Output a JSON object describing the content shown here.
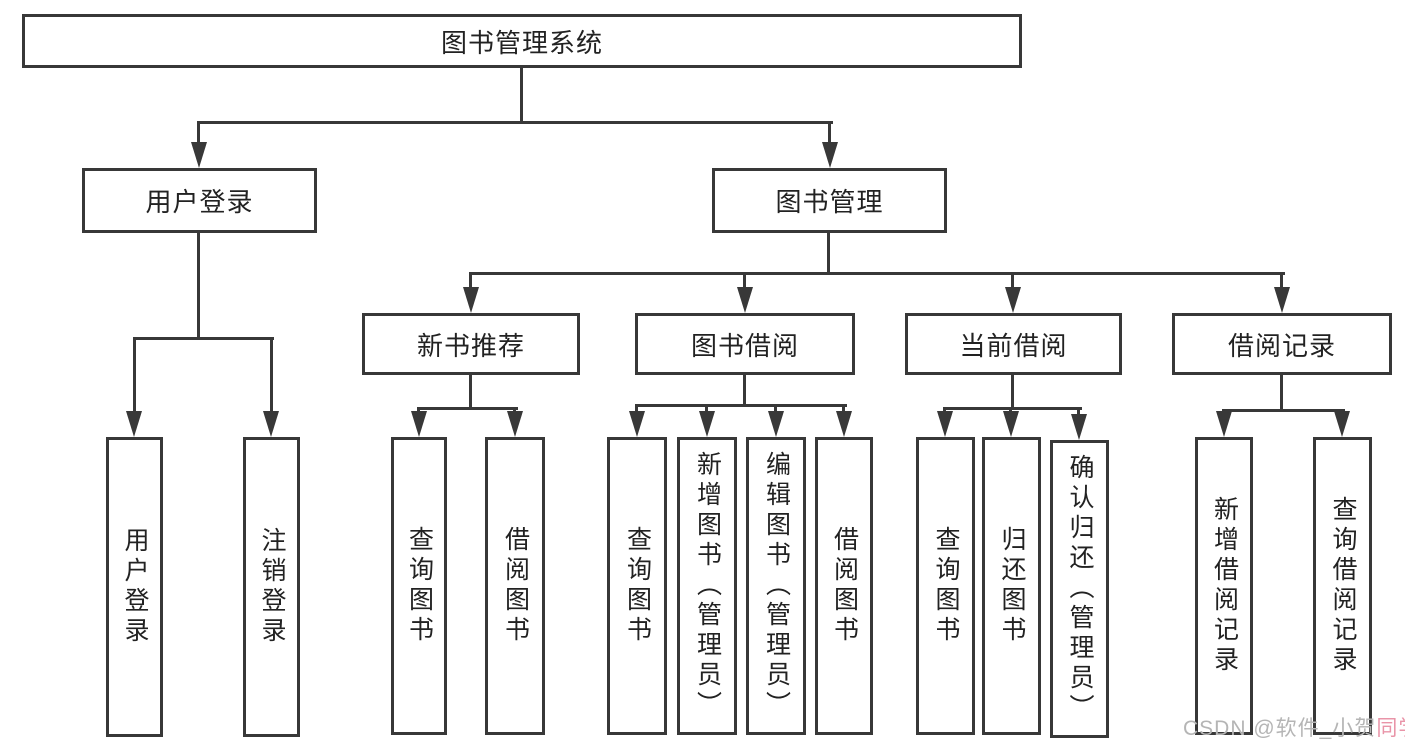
{
  "diagram": {
    "root": {
      "label": "图书管理系统"
    },
    "user_login": {
      "label": "用户登录"
    },
    "book_mgmt": {
      "label": "图书管理"
    },
    "new_book": {
      "label": "新书推荐"
    },
    "book_borrow": {
      "label": "图书借阅"
    },
    "current_borrow": {
      "label": "当前借阅"
    },
    "borrow_record": {
      "label": "借阅记录"
    },
    "user_login_children": [
      "用户登录",
      "注销登录"
    ],
    "new_book_children": [
      "查询图书",
      "借阅图书"
    ],
    "book_borrow_children": [
      "查询图书",
      "新增图书（管理员）",
      "编辑图书（管理员）",
      "借阅图书"
    ],
    "current_borrow_children": [
      "查询图书",
      "归还图书",
      "确认归还（管理员）"
    ],
    "borrow_record_children": [
      "新增借阅记录",
      "查询借阅记录"
    ]
  },
  "watermark": {
    "prefix": "CSDN @软件_小贺",
    "suffix": "同学",
    "gray_color": "#b5b5b5",
    "pink_color": "#e994a8"
  },
  "colors": {
    "line": "#383838",
    "background": "#ffffff",
    "text": "#222222"
  }
}
